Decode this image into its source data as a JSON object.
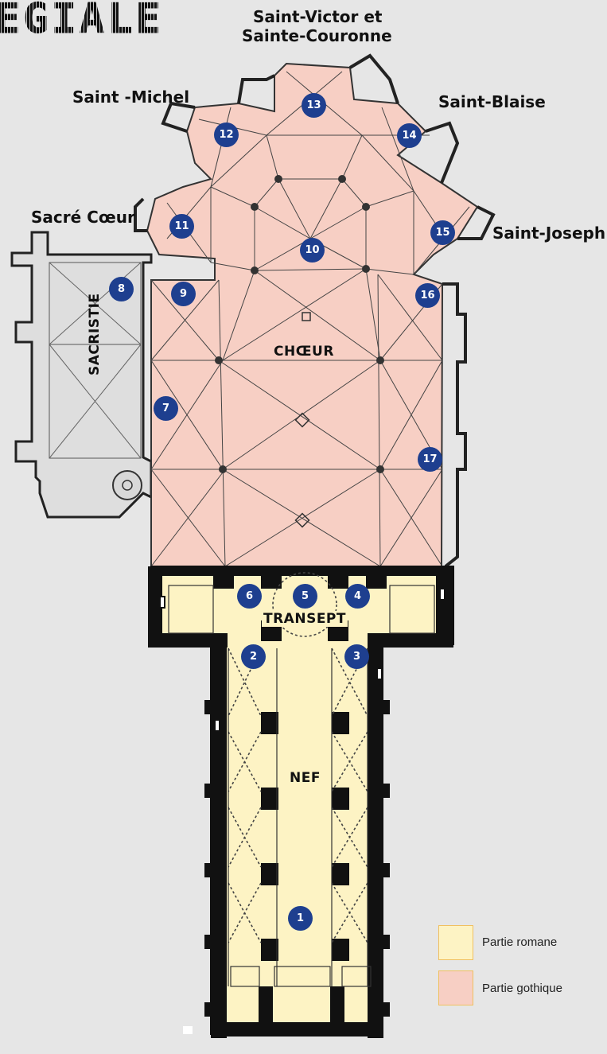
{
  "title": "EGIALE",
  "colors": {
    "romane": "#fdf3c4",
    "gothique": "#f7cfc4",
    "wall": "#111111",
    "marker": "#1e3f8f"
  },
  "chapels": {
    "saint_victor": "Saint-Victor et",
    "saint_victor_2": "Sainte-Couronne",
    "saint_michel": "Saint -Michel",
    "saint_blaise": "Saint-Blaise",
    "sacre_coeur": "Sacré Cœur",
    "saint_joseph": "Saint-Joseph"
  },
  "zones": {
    "choeur": "CHŒUR",
    "sacristie": "SACRISTIE",
    "transept": "TRANSEPT",
    "nef": "NEF"
  },
  "markers": [
    "1",
    "2",
    "3",
    "4",
    "5",
    "6",
    "7",
    "8",
    "9",
    "10",
    "11",
    "12",
    "13",
    "14",
    "15",
    "16",
    "17"
  ],
  "legend": {
    "romane": "Partie romane",
    "gothique": "Partie gothique"
  }
}
